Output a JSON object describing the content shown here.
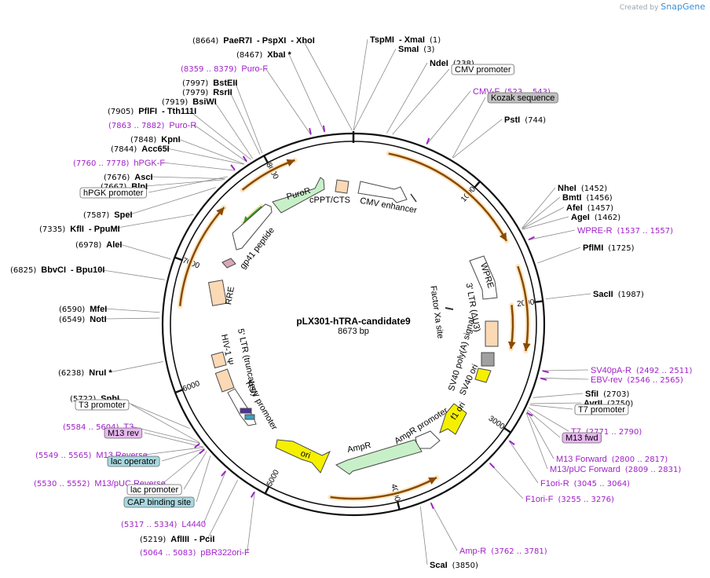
{
  "brand": {
    "created_by": "Created by",
    "app": "SnapGene"
  },
  "plasmid": {
    "name": "pLX301-hTRA-candidate9",
    "length_label": "8673 bp",
    "length": 8673
  },
  "tick_labels": [
    "1000",
    "2000",
    "3000",
    "4000",
    "5000",
    "6000",
    "7000",
    "8000"
  ],
  "enzymes": [
    {
      "id": "paer7i",
      "parts": [
        [
          "(8664)",
          "pos"
        ],
        [
          "PaeR7I",
          "ea"
        ],
        [
          "- PspXI",
          "ea"
        ],
        [
          "- XhoI",
          "ea"
        ]
      ]
    },
    {
      "id": "xbai",
      "parts": [
        [
          "(8467)",
          "pos"
        ],
        [
          "XbaI *",
          "ea"
        ]
      ]
    },
    {
      "id": "bsteii",
      "parts": [
        [
          "(7997)",
          "pos"
        ],
        [
          "BstEII",
          "ea"
        ]
      ]
    },
    {
      "id": "rsrii",
      "parts": [
        [
          "(7979)",
          "pos"
        ],
        [
          "RsrII",
          "ea"
        ]
      ]
    },
    {
      "id": "bsiwi",
      "parts": [
        [
          "(7919)",
          "pos"
        ],
        [
          "BsiWI",
          "ea"
        ]
      ]
    },
    {
      "id": "pflfi",
      "parts": [
        [
          "(7905)",
          "pos"
        ],
        [
          "PflFI",
          "ea"
        ],
        [
          "- Tth111I",
          "ea"
        ]
      ]
    },
    {
      "id": "kpni",
      "parts": [
        [
          "(7848)",
          "pos"
        ],
        [
          "KpnI",
          "ea"
        ]
      ]
    },
    {
      "id": "acc65i",
      "parts": [
        [
          "(7844)",
          "pos"
        ],
        [
          "Acc65I",
          "ea"
        ]
      ]
    },
    {
      "id": "asci",
      "parts": [
        [
          "(7676)",
          "pos"
        ],
        [
          "AscI",
          "ea"
        ]
      ]
    },
    {
      "id": "blpi",
      "parts": [
        [
          "(7667)",
          "pos"
        ],
        [
          "BlpI",
          "ea"
        ]
      ]
    },
    {
      "id": "spei",
      "parts": [
        [
          "(7587)",
          "pos"
        ],
        [
          "SpeI",
          "ea"
        ]
      ]
    },
    {
      "id": "kfli",
      "parts": [
        [
          "(7335)",
          "pos"
        ],
        [
          "KflI",
          "ea"
        ],
        [
          "- PpuMI",
          "ea"
        ]
      ]
    },
    {
      "id": "alei",
      "parts": [
        [
          "(6978)",
          "pos"
        ],
        [
          "AleI",
          "ea"
        ]
      ]
    },
    {
      "id": "bbvci",
      "parts": [
        [
          "(6825)",
          "pos"
        ],
        [
          "BbvCI",
          "ea"
        ],
        [
          "- Bpu10I",
          "ea"
        ]
      ]
    },
    {
      "id": "mfei",
      "parts": [
        [
          "(6590)",
          "pos"
        ],
        [
          "MfeI",
          "ea"
        ]
      ]
    },
    {
      "id": "noti",
      "parts": [
        [
          "(6549)",
          "pos"
        ],
        [
          "NotI",
          "ea"
        ]
      ]
    },
    {
      "id": "nrui",
      "parts": [
        [
          "(6238)",
          "pos"
        ],
        [
          "NruI *",
          "ea"
        ]
      ]
    },
    {
      "id": "sphi",
      "parts": [
        [
          "(5722)",
          "pos"
        ],
        [
          "SphI",
          "ea"
        ]
      ]
    },
    {
      "id": "afliii",
      "parts": [
        [
          "(5219)",
          "pos"
        ],
        [
          "AflIII",
          "ea"
        ],
        [
          "- PciI",
          "ea"
        ]
      ]
    },
    {
      "id": "tspmi",
      "parts": [
        [
          "TspMI",
          "ea"
        ],
        [
          "- XmaI",
          "ea"
        ],
        [
          "(1)",
          "pos"
        ]
      ]
    },
    {
      "id": "smai",
      "parts": [
        [
          "SmaI",
          "ea"
        ],
        [
          "(3)",
          "pos"
        ]
      ]
    },
    {
      "id": "ndei",
      "parts": [
        [
          "NdeI",
          "ea"
        ],
        [
          "(238)",
          "pos"
        ]
      ]
    },
    {
      "id": "psti",
      "parts": [
        [
          "PstI",
          "ea"
        ],
        [
          "(744)",
          "pos"
        ]
      ]
    },
    {
      "id": "nhei",
      "parts": [
        [
          "NheI",
          "ea"
        ],
        [
          "(1452)",
          "pos"
        ]
      ]
    },
    {
      "id": "bmti",
      "parts": [
        [
          "BmtI",
          "ea"
        ],
        [
          "(1456)",
          "pos"
        ]
      ]
    },
    {
      "id": "afei",
      "parts": [
        [
          "AfeI",
          "ea"
        ],
        [
          "(1457)",
          "pos"
        ]
      ]
    },
    {
      "id": "agei",
      "parts": [
        [
          "AgeI",
          "ea"
        ],
        [
          "(1462)",
          "pos"
        ]
      ]
    },
    {
      "id": "pflmi",
      "parts": [
        [
          "PflMI",
          "ea"
        ],
        [
          "(1725)",
          "pos"
        ]
      ]
    },
    {
      "id": "sacii",
      "parts": [
        [
          "SacII",
          "ea"
        ],
        [
          "(1987)",
          "pos"
        ]
      ]
    },
    {
      "id": "sfii",
      "parts": [
        [
          "SfiI",
          "ea"
        ],
        [
          "(2703)",
          "pos"
        ]
      ]
    },
    {
      "id": "avrii",
      "parts": [
        [
          "AvrII",
          "ea"
        ],
        [
          "(2750)",
          "pos"
        ]
      ]
    },
    {
      "id": "scai",
      "parts": [
        [
          "ScaI",
          "ea"
        ],
        [
          "(3850)",
          "pos"
        ]
      ]
    }
  ],
  "primers": [
    {
      "id": "puro-f",
      "parts": [
        [
          "(8359 .. 8379)",
          "prp"
        ],
        [
          "Puro-F",
          "pr"
        ]
      ]
    },
    {
      "id": "puro-r",
      "parts": [
        [
          "(7863 .. 7882)",
          "prp"
        ],
        [
          "Puro-R",
          "pr"
        ]
      ]
    },
    {
      "id": "hpgk-f",
      "parts": [
        [
          "(7760 .. 7778)",
          "prp"
        ],
        [
          "hPGK-F",
          "pr"
        ]
      ]
    },
    {
      "id": "t3",
      "parts": [
        [
          "(5584 .. 5604)",
          "prp"
        ],
        [
          "T3",
          "pr"
        ]
      ]
    },
    {
      "id": "m13-reverse",
      "parts": [
        [
          "(5549 .. 5565)",
          "prp"
        ],
        [
          "M13 Reverse",
          "pr"
        ]
      ]
    },
    {
      "id": "m13-puc-reverse",
      "parts": [
        [
          "(5530 .. 5552)",
          "prp"
        ],
        [
          "M13/pUC Reverse",
          "pr"
        ]
      ]
    },
    {
      "id": "l4440",
      "parts": [
        [
          "(5317 .. 5334)",
          "prp"
        ],
        [
          "L4440",
          "pr"
        ]
      ]
    },
    {
      "id": "pbr322ori-f",
      "parts": [
        [
          "(5064 .. 5083)",
          "prp"
        ],
        [
          "pBR322ori-F",
          "pr"
        ]
      ]
    },
    {
      "id": "cmv-f",
      "parts": [
        [
          "CMV-F",
          "pr"
        ],
        [
          "(523 .. 543)",
          "prp"
        ]
      ]
    },
    {
      "id": "wpre-r",
      "parts": [
        [
          "WPRE-R",
          "pr"
        ],
        [
          "(1537 .. 1557)",
          "prp"
        ]
      ]
    },
    {
      "id": "sv40pa-r",
      "parts": [
        [
          "SV40pA-R",
          "pr"
        ],
        [
          "(2492 .. 2511)",
          "prp"
        ]
      ]
    },
    {
      "id": "ebv-rev",
      "parts": [
        [
          "EBV-rev",
          "pr"
        ],
        [
          "(2546 .. 2565)",
          "prp"
        ]
      ]
    },
    {
      "id": "t7",
      "parts": [
        [
          "T7",
          "pr"
        ],
        [
          "(2771 .. 2790)",
          "prp"
        ]
      ]
    },
    {
      "id": "m13-forward",
      "parts": [
        [
          "M13 Forward",
          "pr"
        ],
        [
          "(2800 .. 2817)",
          "prp"
        ]
      ]
    },
    {
      "id": "m13-puc-forward",
      "parts": [
        [
          "M13/pUC Forward",
          "pr"
        ],
        [
          "(2809 .. 2831)",
          "prp"
        ]
      ]
    },
    {
      "id": "f1ori-r",
      "parts": [
        [
          "F1ori-R",
          "pr"
        ],
        [
          "(3045 .. 3064)",
          "prp"
        ]
      ]
    },
    {
      "id": "f1ori-f",
      "parts": [
        [
          "F1ori-F",
          "pr"
        ],
        [
          "(3255 .. 3276)",
          "prp"
        ]
      ]
    },
    {
      "id": "amp-r",
      "parts": [
        [
          "Amp-R",
          "pr"
        ],
        [
          "(3762 .. 3781)",
          "prp"
        ]
      ]
    }
  ],
  "boxes": [
    {
      "id": "hpgk-promoter",
      "text": "hPGK promoter",
      "style": "white"
    },
    {
      "id": "t3-promoter",
      "text": "T3 promoter",
      "style": "white"
    },
    {
      "id": "m13-rev",
      "text": "M13 rev",
      "style": "purple"
    },
    {
      "id": "lac-operator",
      "text": "lac operator",
      "style": "teal"
    },
    {
      "id": "lac-promoter",
      "text": "lac promoter",
      "style": "white"
    },
    {
      "id": "cap-binding-site",
      "text": "CAP binding site",
      "style": "teal"
    },
    {
      "id": "cmv-promoter",
      "text": "CMV promoter",
      "style": "white"
    },
    {
      "id": "kozak-sequence",
      "text": "Kozak sequence",
      "style": "gray"
    },
    {
      "id": "t7-promoter",
      "text": "T7 promoter",
      "style": "white"
    },
    {
      "id": "m13-fwd",
      "text": "M13 fwd",
      "style": "purple"
    }
  ],
  "features": [
    {
      "id": "puror",
      "label": "PuroR"
    },
    {
      "id": "cppt-cts",
      "label": "cPPT/CTS"
    },
    {
      "id": "cmv-enhancer",
      "label": "CMV enhancer"
    },
    {
      "id": "gp41-peptide",
      "label": "gp41 peptide"
    },
    {
      "id": "rre",
      "label": "RRE"
    },
    {
      "id": "wpre",
      "label": "WPRE"
    },
    {
      "id": "ltr3",
      "label": "3' LTR (ΔU3)"
    },
    {
      "id": "factor-xa",
      "label": "Factor Xa site"
    },
    {
      "id": "sv40-polya",
      "label": "SV40 poly(A) signal"
    },
    {
      "id": "sv40-ori",
      "label": "SV40 ori"
    },
    {
      "id": "f1-ori",
      "label": "f1 ori"
    },
    {
      "id": "ampr-promoter",
      "label": "AmpR promoter"
    },
    {
      "id": "ampr",
      "label": "AmpR"
    },
    {
      "id": "ori",
      "label": "ori"
    },
    {
      "id": "rsv-promoter",
      "label": "RSV promoter"
    },
    {
      "id": "ltr5",
      "label": "5' LTR (truncated)"
    },
    {
      "id": "hiv-psi",
      "label": "HIV-1 Ψ"
    }
  ],
  "colors": {
    "backbone": "#111111",
    "orf_orange": "#f0a030",
    "orf_green": "#3c9a1e",
    "feature_green": "#c8f0c8",
    "feature_yellow": "#f5f000",
    "feature_peach": "#fbd9b5",
    "primer_purple": "#a020c8",
    "teal_box": "#a8d8e0",
    "purple_box": "#e8b8f0",
    "gray_box": "#c0c0c0"
  }
}
